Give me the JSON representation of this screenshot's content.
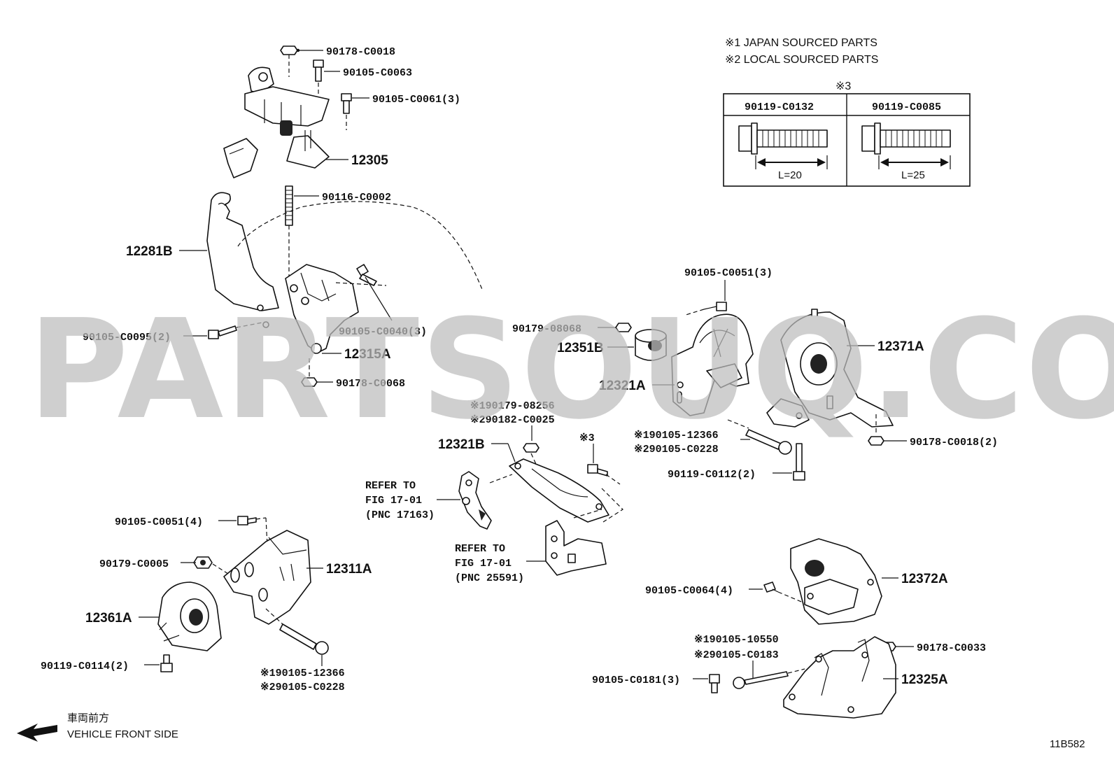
{
  "notes": {
    "japan": "※1 JAPAN SOURCED PARTS",
    "local": "※2 LOCAL SOURCED PARTS",
    "table_ref": "※3"
  },
  "bolt_table": {
    "col1": {
      "part": "90119-C0132",
      "length": "L=20"
    },
    "col2": {
      "part": "90119-C0085",
      "length": "L=25"
    }
  },
  "labels": {
    "p90178_c0018": "90178-C0018",
    "p90105_c0063": "90105-C0063",
    "p90105_c0061": "90105-C0061(3)",
    "p12305": "12305",
    "p90116_c0002": "90116-C0002",
    "p12281b": "12281B",
    "p90105_c0040": "90105-C0040(3)",
    "p90105_c0095": "90105-C0095(2)",
    "p12315a": "12315A",
    "p90178_c0068": "90178-C0068",
    "p90105_c0051_3": "90105-C0051(3)",
    "p90179_08068": "90179-08068",
    "p12351b": "12351B",
    "p12321a": "12321A",
    "p12371a": "12371A",
    "p1_90179_08256": "※190179-08256",
    "p2_90182_c0025": "※290182-C0025",
    "p12321b": "12321B",
    "ref3": "※3",
    "p1_90105_12366_top": "※190105-12366",
    "p2_90105_c0228_top": "※290105-C0228",
    "p90178_c0018_2": "90178-C0018(2)",
    "p90119_c0112": "90119-C0112(2)",
    "refer1_a": "REFER TO",
    "refer1_b": "FIG 17-01",
    "refer1_c": "(PNC 17163)",
    "refer2_a": "REFER TO",
    "refer2_b": "FIG 17-01",
    "refer2_c": "(PNC 25591)",
    "p90105_c0051_4": "90105-C0051(4)",
    "p90179_c0005": "90179-C0005",
    "p12311a": "12311A",
    "p12361a": "12361A",
    "p90119_c0114": "90119-C0114(2)",
    "p1_90105_12366_bot": "※190105-12366",
    "p2_90105_c0228_bot": "※290105-C0228",
    "p12372a": "12372A",
    "p90105_c0064": "90105-C0064(4)",
    "p1_90105_10550": "※190105-10550",
    "p2_90105_c0183": "※290105-C0183",
    "p90178_c0033": "90178-C0033",
    "p90105_c0181": "90105-C0181(3)",
    "p12325a": "12325A"
  },
  "direction": {
    "jp": "車両前方",
    "en": "VEHICLE FRONT SIDE"
  },
  "figure_id": "11B582",
  "watermark": "PARTSOUQ.COM"
}
